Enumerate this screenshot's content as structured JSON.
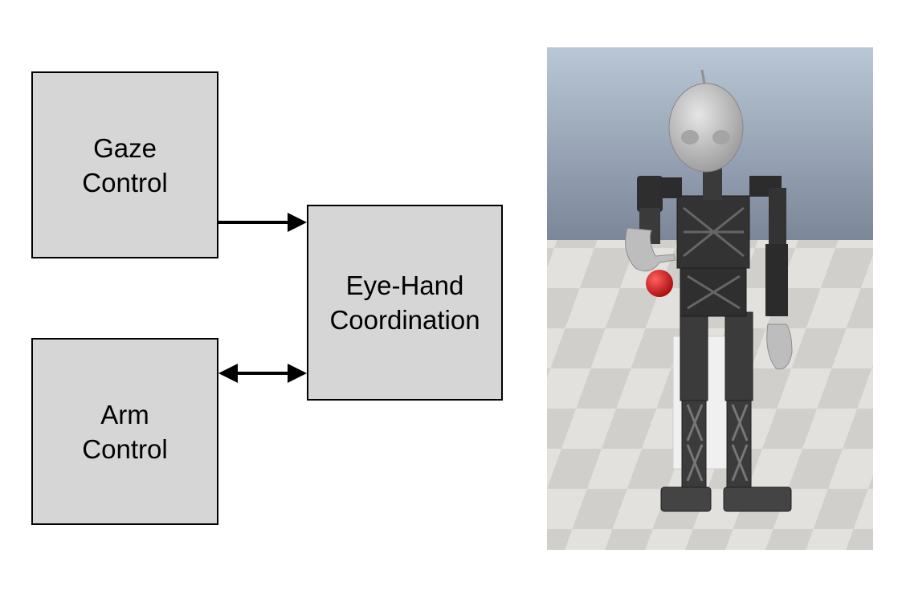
{
  "boxes": {
    "gaze": {
      "line1": "Gaze",
      "line2": "Control"
    },
    "arm": {
      "line1": "Arm",
      "line2": "Control"
    },
    "eye_hand": {
      "line1": "Eye-Hand",
      "line2": "Coordination"
    }
  },
  "colors": {
    "box_fill": "#d6d6d6",
    "box_border": "#000000",
    "ball": "#d21818",
    "robot": "#3a3a3a",
    "head": "#c9c9c9"
  }
}
